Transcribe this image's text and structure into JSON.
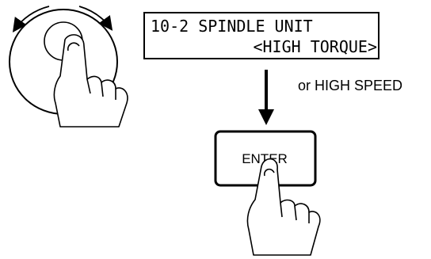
{
  "display": {
    "line1": "10-2 SPINDLE UNIT",
    "line2": "<HIGH TORQUE>"
  },
  "alternative_note": "or HIGH SPEED",
  "enter_button": {
    "label": "ENTER"
  },
  "icons": {
    "dial": "jog-dial-icon",
    "rotate": "rotate-arrows-icon",
    "hand": "pointing-hand-icon",
    "arrow": "down-arrow-icon"
  }
}
